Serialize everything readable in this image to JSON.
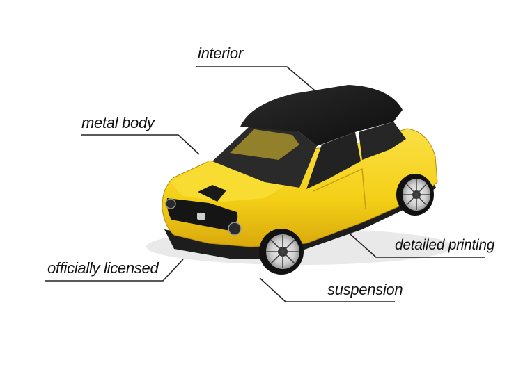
{
  "labels": {
    "interior": "interior",
    "metal_body": "metal body",
    "detailed_printing": "detailed printing",
    "officially_licensed": "officially licensed",
    "suspension": "suspension"
  },
  "colors": {
    "body_yellow": "#f6d21a",
    "body_shadow": "#d9a90c",
    "roof_black": "#1a1a1a",
    "callout_line": "#222222",
    "background": "#ffffff"
  }
}
